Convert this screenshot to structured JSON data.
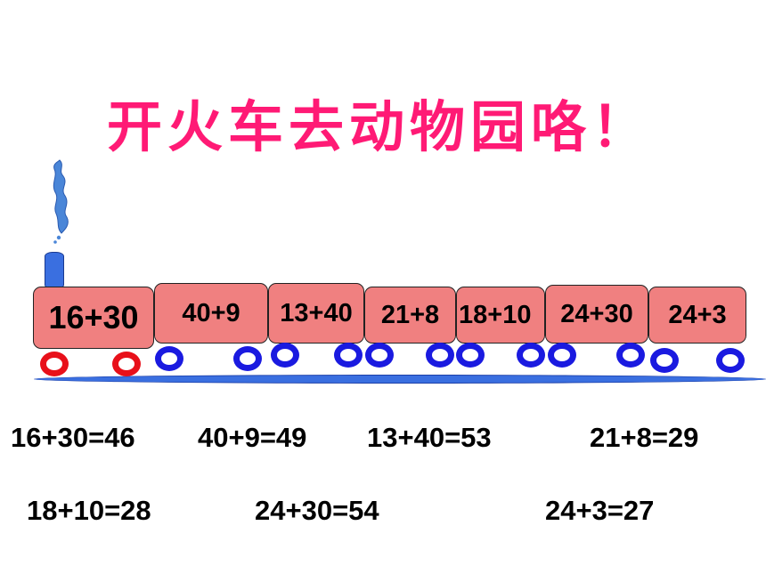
{
  "title": "开火车去动物园咯！",
  "train": {
    "cars": [
      {
        "label": "16+30"
      },
      {
        "label": "40+9"
      },
      {
        "label": "13+40"
      },
      {
        "label": "21+8"
      },
      {
        "label": "18+10"
      },
      {
        "label": "24+30"
      },
      {
        "label": "24+3"
      }
    ]
  },
  "answers": [
    {
      "text": "16+30=46"
    },
    {
      "text": "40+9=49"
    },
    {
      "text": "13+40=53"
    },
    {
      "text": "21+8=29"
    },
    {
      "text": "18+10=28"
    },
    {
      "text": "24+30=54"
    },
    {
      "text": "24+3=27"
    }
  ],
  "colors": {
    "title": "#ff1a75",
    "car_fill": "#f08080",
    "engine_wheels": "#e8101a",
    "car_wheels": "#1a1ae0",
    "track": "#3a6fe0"
  }
}
